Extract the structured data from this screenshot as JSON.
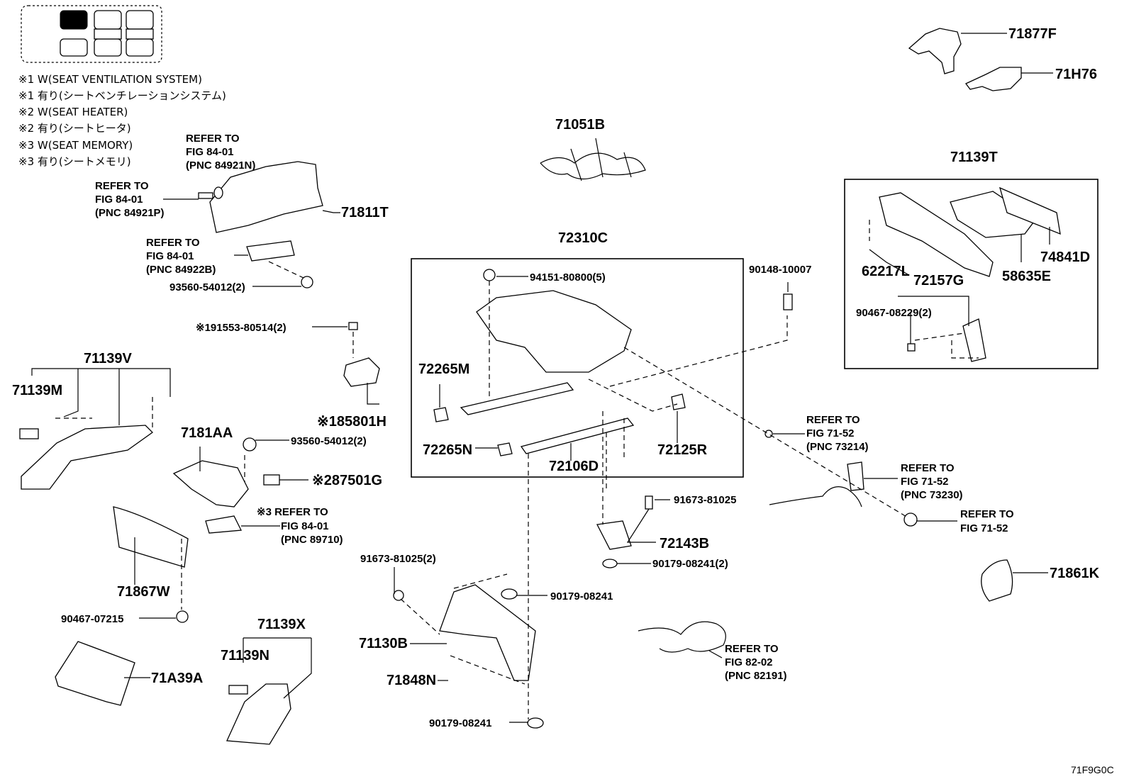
{
  "diagram_code": "71F9G0C",
  "notes": [
    "※1 W(SEAT VENTILATION SYSTEM)",
    "※1 有り(シートベンチレーションシステム)",
    "※2 W(SEAT HEATER)",
    "※2 有り(シートヒータ)",
    "※3 W(SEAT MEMORY)",
    "※3 有り(シートメモリ)"
  ],
  "refs": {
    "r1": [
      "REFER TO",
      "FIG 84-01",
      "(PNC 84921N)"
    ],
    "r2": [
      "REFER TO",
      "FIG 84-01",
      "(PNC 84921P)"
    ],
    "r3": [
      "REFER TO",
      "FIG 84-01",
      "(PNC 84922B)"
    ],
    "r4": [
      "※3 REFER TO",
      "FIG 84-01",
      "(PNC 89710)"
    ],
    "r5": [
      "REFER TO",
      "FIG 71-52",
      "(PNC 73214)"
    ],
    "r6": [
      "REFER TO",
      "FIG 71-52",
      "(PNC 73230)"
    ],
    "r7": [
      "REFER TO",
      "FIG 71-52"
    ],
    "r8": [
      "REFER TO",
      "FIG 82-02",
      "(PNC 82191)"
    ]
  },
  "parts": {
    "p71877F": "71877F",
    "p71H76": "71H76",
    "p71051B": "71051B",
    "p71139T": "71139T",
    "p71811T": "71811T",
    "p72310C": "72310C",
    "p94151": "94151-80800(5)",
    "p90148": "90148-10007",
    "p62217L": "62217L",
    "p72157G": "72157G",
    "p58635E": "58635E",
    "p74841D": "74841D",
    "p90467_08229": "90467-08229(2)",
    "p93560_a": "93560-54012(2)",
    "p191553": "※191553-80514(2)",
    "p185801H": "※185801H",
    "p71139V": "71139V",
    "p71139M": "71139M",
    "p72265M": "72265M",
    "p7181AA": "7181AA",
    "p93560_b": "93560-54012(2)",
    "p72265N": "72265N",
    "p72125R": "72125R",
    "p72106D": "72106D",
    "p287501G": "※287501G",
    "p91673_a": "91673-81025",
    "p72143B": "72143B",
    "p90179_a": "90179-08241(2)",
    "p71867W": "71867W",
    "p90467_07215": "90467-07215",
    "p91673_b": "91673-81025(2)",
    "p90179_b": "90179-08241",
    "p71861K": "71861K",
    "p71139X": "71139X",
    "p71139N": "71139N",
    "p71130B": "71130B",
    "p71A39A": "71A39A",
    "p71848N": "71848N",
    "p90179_c": "90179-08241"
  }
}
